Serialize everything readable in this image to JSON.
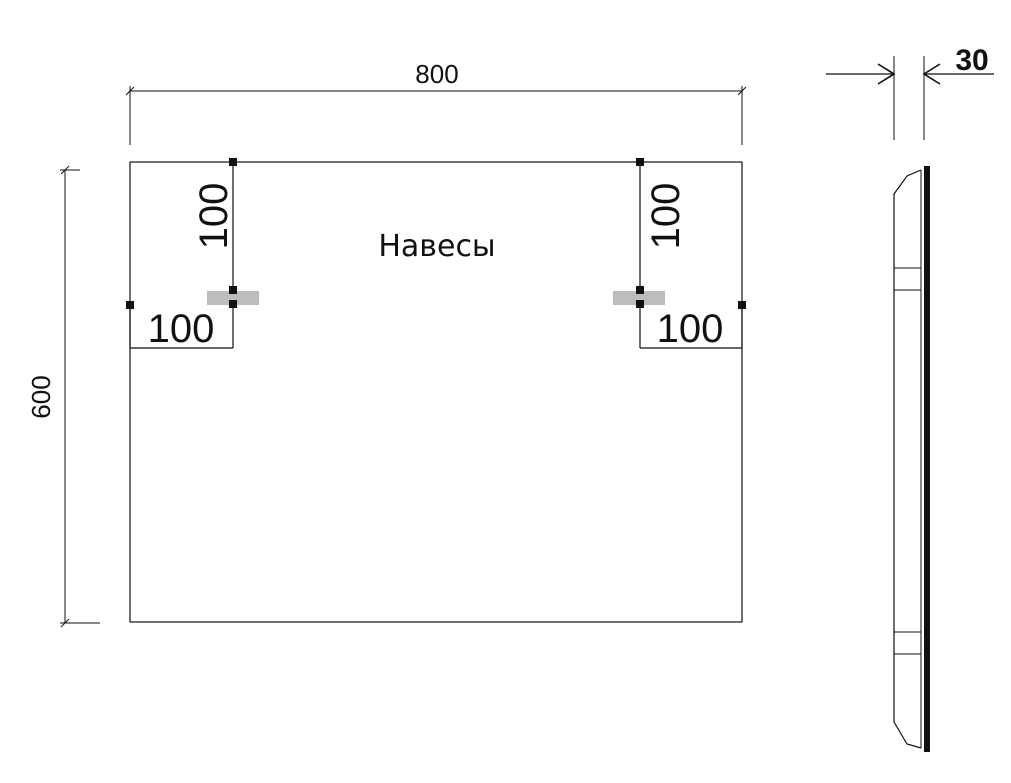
{
  "drawing": {
    "front_view": {
      "width_label": "800",
      "height_label": "600",
      "hanger_caption": "Навесы",
      "left_hanger": {
        "vertical_offset_label": "100",
        "horizontal_offset_label": "100"
      },
      "right_hanger": {
        "vertical_offset_label": "100",
        "horizontal_offset_label": "100"
      }
    },
    "side_view": {
      "depth_label": "30"
    },
    "colors": {
      "line": "#111111",
      "hanger": "#bdbdbd"
    }
  }
}
